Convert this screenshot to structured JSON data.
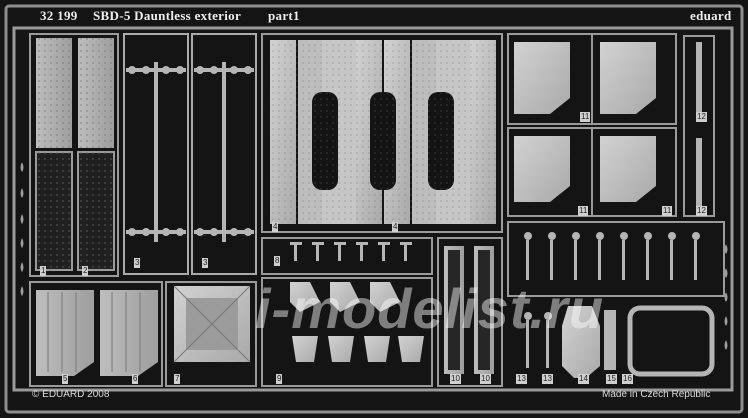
{
  "header": {
    "code": "32 199",
    "title": "SBD-5 Dauntless exterior",
    "part": "part1",
    "brand": "eduard"
  },
  "footer": {
    "copyright": "© EDUARD 2008",
    "origin": "Made in Czech Republic"
  },
  "watermark": "i-modelist.ru",
  "part_numbers": [
    "1",
    "2",
    "3",
    "3",
    "4",
    "4",
    "5",
    "6",
    "7",
    "8",
    "9",
    "10",
    "10",
    "11",
    "11",
    "11",
    "12",
    "12",
    "13",
    "13",
    "14",
    "15",
    "16"
  ],
  "colors": {
    "background": "#111111",
    "metal": "#b9b9b9",
    "metal_dark": "#8f8f8f"
  }
}
